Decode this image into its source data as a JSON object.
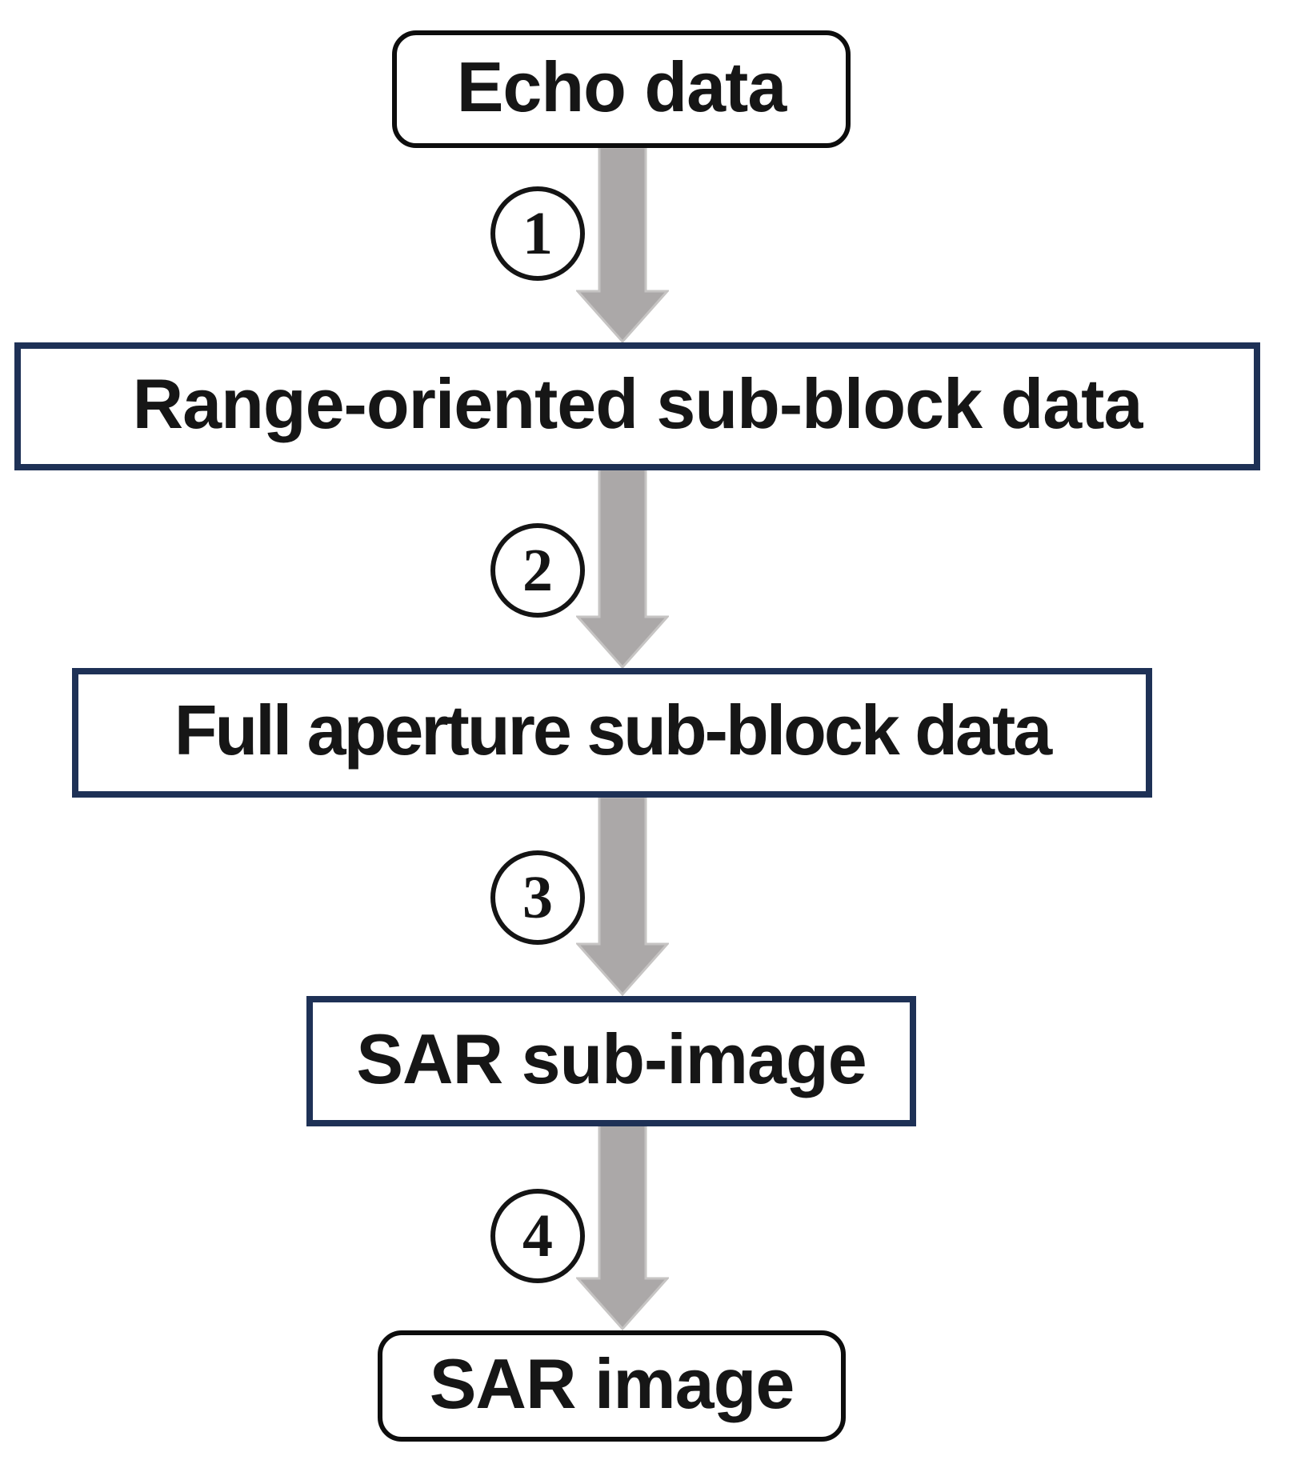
{
  "diagram": {
    "type": "flowchart",
    "direction": "top-to-bottom",
    "nodes": [
      {
        "id": "echo-data",
        "label": "Echo data",
        "shape": "rounded-rectangle",
        "border_color": "#0d0d0d"
      },
      {
        "id": "range-oriented",
        "label": "Range-oriented sub-block data",
        "shape": "rectangle",
        "border_color": "#1e3156"
      },
      {
        "id": "full-aperture",
        "label": "Full aperture sub-block data",
        "shape": "rectangle",
        "border_color": "#1e3156"
      },
      {
        "id": "sar-sub-image",
        "label": "SAR sub-image",
        "shape": "rectangle",
        "border_color": "#1e3156"
      },
      {
        "id": "sar-image",
        "label": "SAR image",
        "shape": "rounded-rectangle",
        "border_color": "#0d0d0d"
      }
    ],
    "steps": [
      {
        "number": "1",
        "from": "echo-data",
        "to": "range-oriented"
      },
      {
        "number": "2",
        "from": "range-oriented",
        "to": "full-aperture"
      },
      {
        "number": "3",
        "from": "full-aperture",
        "to": "sar-sub-image"
      },
      {
        "number": "4",
        "from": "sar-sub-image",
        "to": "sar-image"
      }
    ],
    "colors": {
      "background": "#ffffff",
      "arrow_fill": "#aba8a8",
      "arrow_stroke": "#c6c4c3",
      "navy_border": "#1e3156",
      "black_border": "#0d0d0d",
      "text": "#161616"
    }
  }
}
